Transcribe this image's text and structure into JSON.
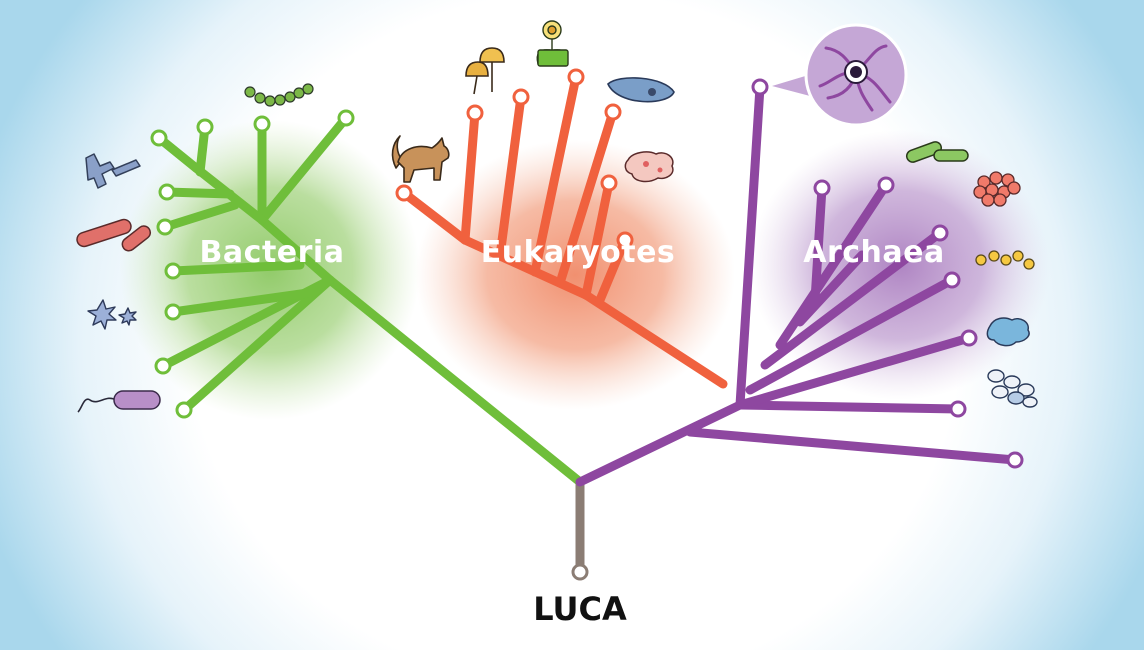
{
  "domains": {
    "bacteria": {
      "label": "Bacteria",
      "color": "#6fbe3a",
      "glow": "#9fd07a"
    },
    "eukaryotes": {
      "label": "Eukaryotes",
      "color": "#f0613e",
      "glow": "#f1a07f"
    },
    "archaea": {
      "label": "Archaea",
      "color": "#8e47a0",
      "glow": "#b892c9"
    }
  },
  "root": {
    "label": "LUCA",
    "color": "#8b7d74"
  },
  "icons": [
    "chain-bacteria-icon",
    "branching-bacteria-icon",
    "rod-bacteria-icon",
    "star-bacteria-icon",
    "flagellated-bacterium-icon",
    "cat-icon",
    "mushroom-icon",
    "flower-icon",
    "paramecium-icon",
    "amoeba-icon",
    "virus-cell-magnified-icon",
    "rod-archaea-icon",
    "cluster-archaea-icon",
    "cocci-chain-archaea-icon",
    "lobed-archaea-icon",
    "grape-cluster-archaea-icon"
  ]
}
